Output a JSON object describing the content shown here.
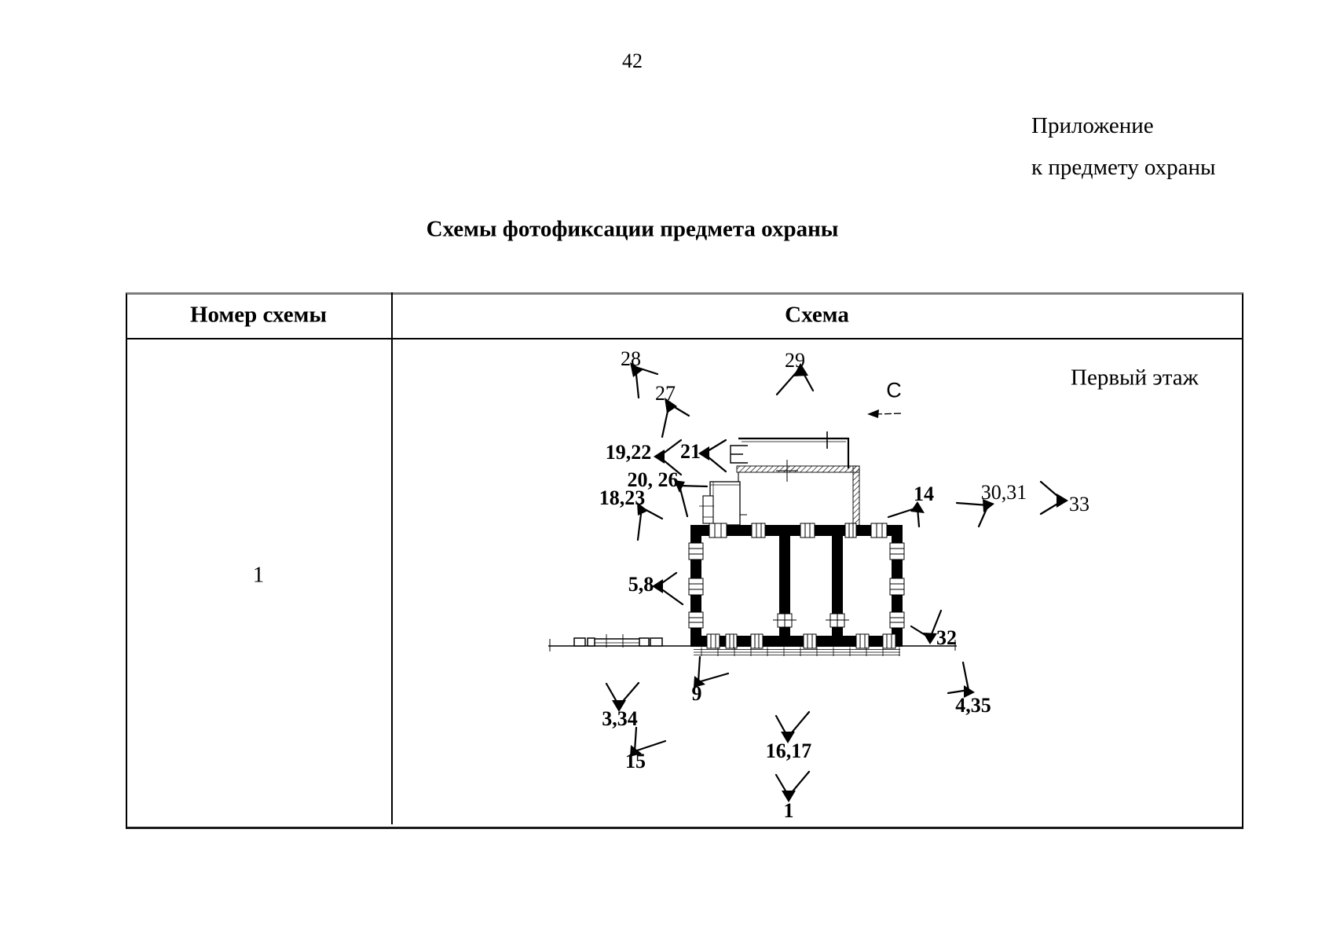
{
  "page": {
    "number": "42"
  },
  "annex": {
    "line1": "Приложение",
    "line2": "к предмету охраны"
  },
  "title": "Схемы фотофиксации предмета охраны",
  "table": {
    "col1_header": "Номер схемы",
    "col2_header": "Схема",
    "row": {
      "number": "1"
    }
  },
  "diagram": {
    "type": "floor-plan photo-fixation scheme",
    "floor_label": "Первый этаж",
    "north_label": "С",
    "colors": {
      "ink": "#000000",
      "table_top_border": "#7d7d7d"
    },
    "markers": [
      {
        "label": "28"
      },
      {
        "label": "27"
      },
      {
        "label": "29"
      },
      {
        "label": "19,22"
      },
      {
        "label": "21"
      },
      {
        "label": "20, 26"
      },
      {
        "label": "18,23"
      },
      {
        "label": "14"
      },
      {
        "label": "30,31"
      },
      {
        "label": "33"
      },
      {
        "label": "5,8"
      },
      {
        "label": "32"
      },
      {
        "label": "9"
      },
      {
        "label": "4,35"
      },
      {
        "label": "3,34"
      },
      {
        "label": "15"
      },
      {
        "label": "16,17"
      },
      {
        "label": "1"
      }
    ]
  }
}
